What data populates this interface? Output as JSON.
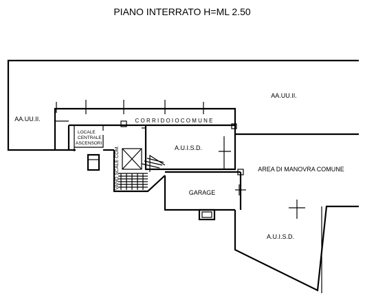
{
  "title": "PIANO  INTERRATO   H=ML 2.50",
  "labels": {
    "aauuii_right": "AA.UU.II.",
    "aauuii_left": "AA.UU.II.",
    "corridoio": "C O R R I D O I O    C O M U N E",
    "locale_1": "LOCALE",
    "locale_2": "CENTRALE",
    "locale_3": "ASCENSORI",
    "vano_scale": "VANO SCALE COM.",
    "auisd_upper": "A.U.I.S.D.",
    "area_manovra": "AREA DI MANOVRA COMUNE",
    "garage": "GARAGE",
    "auisd_lower": "A.U.I.S.D."
  }
}
